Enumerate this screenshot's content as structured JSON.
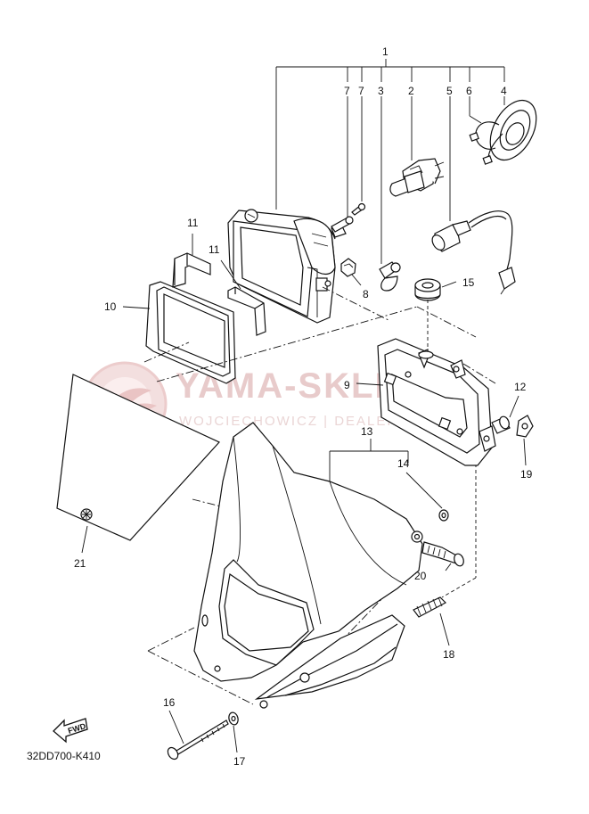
{
  "watermark": {
    "main": "YAMA-SKLEP.PL",
    "sub": "WOJCIECHOWICZ | DEALER YAMAHA"
  },
  "diagram_code": "32DD700-K410",
  "fwd_label": "FWD",
  "callouts": [
    {
      "id": "c1",
      "label": "1"
    },
    {
      "id": "c2",
      "label": "2"
    },
    {
      "id": "c3",
      "label": "3"
    },
    {
      "id": "c4",
      "label": "4"
    },
    {
      "id": "c5",
      "label": "5"
    },
    {
      "id": "c6",
      "label": "6"
    },
    {
      "id": "c7a",
      "label": "7"
    },
    {
      "id": "c7b",
      "label": "7"
    },
    {
      "id": "c8",
      "label": "8"
    },
    {
      "id": "c9",
      "label": "9"
    },
    {
      "id": "c10",
      "label": "10"
    },
    {
      "id": "c11a",
      "label": "11"
    },
    {
      "id": "c11b",
      "label": "11"
    },
    {
      "id": "c12",
      "label": "12"
    },
    {
      "id": "c13",
      "label": "13"
    },
    {
      "id": "c14",
      "label": "14"
    },
    {
      "id": "c15",
      "label": "15"
    },
    {
      "id": "c16",
      "label": "16"
    },
    {
      "id": "c17",
      "label": "17"
    },
    {
      "id": "c18",
      "label": "18"
    },
    {
      "id": "c19",
      "label": "19"
    },
    {
      "id": "c20",
      "label": "20"
    },
    {
      "id": "c21",
      "label": "21"
    }
  ]
}
